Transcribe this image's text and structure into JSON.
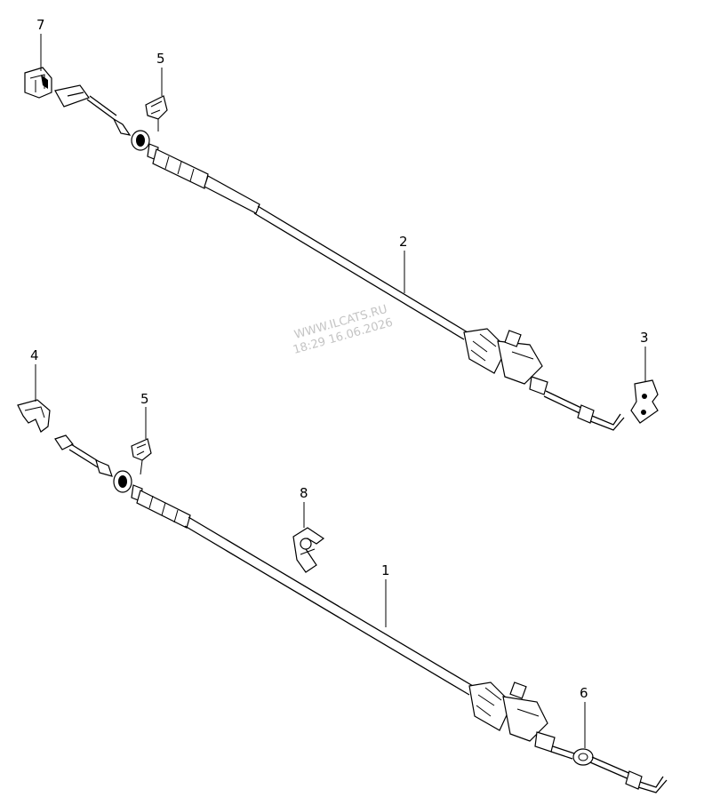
{
  "diagram": {
    "callouts": [
      {
        "id": "p7",
        "label": "7"
      },
      {
        "id": "p5a",
        "label": "5"
      },
      {
        "id": "p2",
        "label": "2"
      },
      {
        "id": "p3",
        "label": "3"
      },
      {
        "id": "p4",
        "label": "4"
      },
      {
        "id": "p5b",
        "label": "5"
      },
      {
        "id": "p8",
        "label": "8"
      },
      {
        "id": "p1",
        "label": "1"
      },
      {
        "id": "p6",
        "label": "6"
      }
    ],
    "watermark": {
      "line1": "WWW.ILCATS.RU",
      "line2": "18:29 16.06.2026"
    }
  }
}
